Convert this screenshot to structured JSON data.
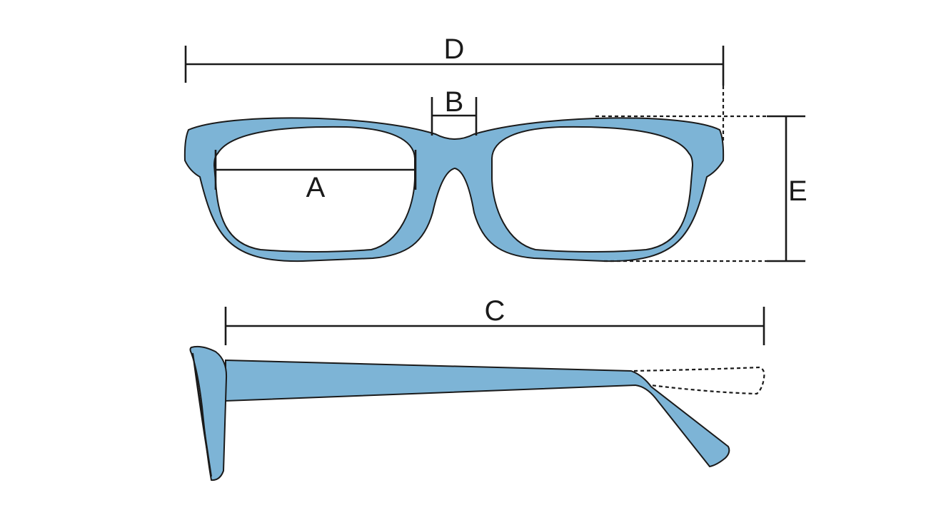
{
  "labels": {
    "lens_width": "A",
    "bridge_width": "B",
    "temple_length": "C",
    "total_width": "D",
    "lens_height": "E"
  },
  "colors": {
    "frame_fill": "#7db4d6",
    "outline": "#1a1a1a",
    "background": "#ffffff"
  }
}
